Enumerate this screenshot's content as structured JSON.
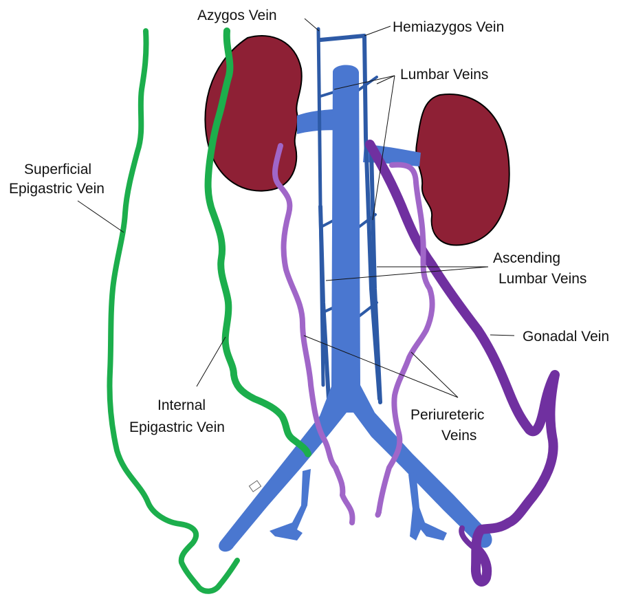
{
  "colors": {
    "kidney": "#8e2035",
    "ivc": "#4a77d0",
    "azygos": "#2d5aa6",
    "green": "#1cae4c",
    "purple_dark": "#7030a0",
    "purple_light": "#a066c8"
  },
  "labels": {
    "azygos": "Azygos Vein",
    "hemiazygos": "Hemiazygos Vein",
    "lumbar": "Lumbar Veins",
    "superficial_1": "Superficial",
    "superficial_2": "Epigastric Vein",
    "ascending_1": "Ascending",
    "ascending_2": "Lumbar Veins",
    "gonadal": "Gonadal Vein",
    "internal_1": "Internal",
    "internal_2": "Epigastric Vein",
    "periureteric_1": "Periureteric",
    "periureteric_2": "Veins"
  }
}
